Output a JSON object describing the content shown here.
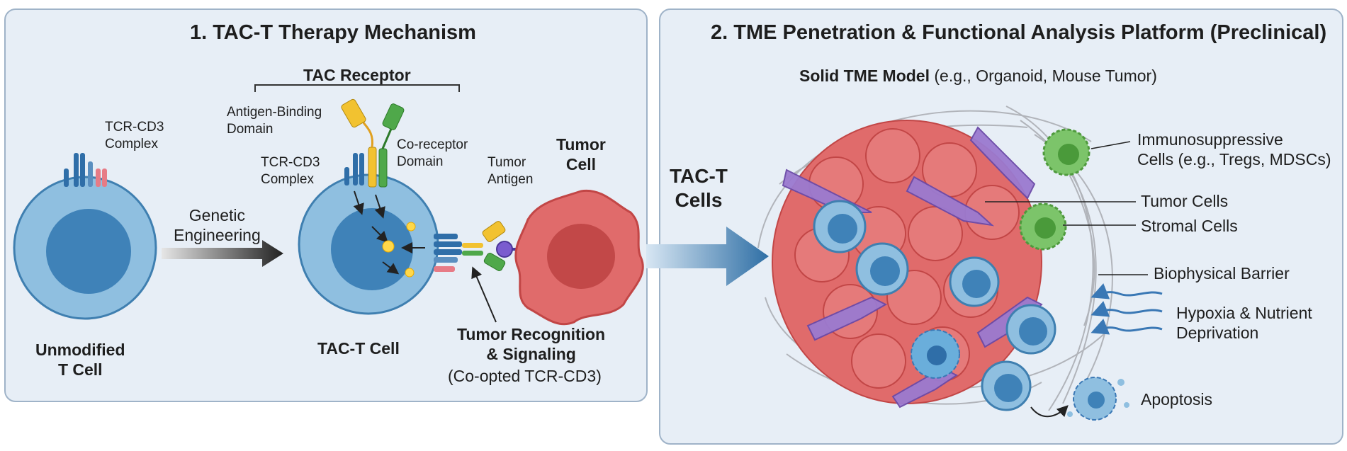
{
  "panel1": {
    "title": "1. TAC-T Therapy Mechanism",
    "tac_receptor": "TAC Receptor",
    "tcr_cd3_left": "TCR-CD3\nComplex",
    "antigen_binding": "Antigen-Binding\nDomain",
    "coreceptor": "Co-receptor\nDomain",
    "tcr_cd3_center": "TCR-CD3\nComplex",
    "tumor_antigen": "Tumor\nAntigen",
    "tumor_cell": "Tumor\nCell",
    "genetic_engineering": "Genetic\nEngineering",
    "unmodified": "Unmodified\nT Cell",
    "tac_t_cell": "TAC-T Cell",
    "recognition": "Tumor Recognition\n& Signaling",
    "coopted": "(Co-opted TCR-CD3)"
  },
  "arrow_label": "TAC-T\nCells",
  "panel2": {
    "title": "2. TME Penetration & Functional Analysis Platform (Preclinical)",
    "model_bold": "Solid TME Model",
    "model_rest": " (e.g., Organoid, Mouse Tumor)",
    "labels": {
      "immunosuppressive": "Immunosuppressive\nCells (e.g., Tregs, MDSCs)",
      "tumor_cells": "Tumor Cells",
      "stromal": "Stromal Cells",
      "barrier": "Biophysical Barrier",
      "hypoxia": "Hypoxia & Nutrient\nDeprivation",
      "apoptosis": "Apoptosis"
    }
  },
  "colors": {
    "panel_bg": "#e7eef6",
    "tcell_blue": "#8fbfe0",
    "tcell_nucleus": "#3f82b8",
    "tumor_red": "#e06b6b",
    "stromal_purple": "#9b7ad0",
    "suppressive_green": "#7cc46a",
    "receptor_yellow": "#f2c230",
    "receptor_green": "#4fa84a"
  }
}
